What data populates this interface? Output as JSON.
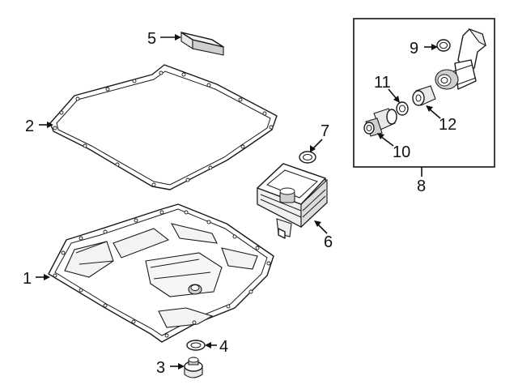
{
  "callouts": {
    "c1": "1",
    "c2": "2",
    "c3": "3",
    "c4": "4",
    "c5": "5",
    "c6": "6",
    "c7": "7",
    "c8": "8",
    "c9": "9",
    "c10": "10",
    "c11": "11",
    "c12": "12"
  },
  "parts": {
    "p1": "oil-pan",
    "p2": "pan-gasket",
    "p3": "drain-plug",
    "p4": "drain-plug-washer",
    "p5": "filler-cap",
    "p6": "filter",
    "p7": "filter-seal-ring",
    "p8": "inset-box",
    "p9": "o-ring",
    "p10": "connector",
    "p11": "o-ring",
    "p12": "sleeve"
  }
}
